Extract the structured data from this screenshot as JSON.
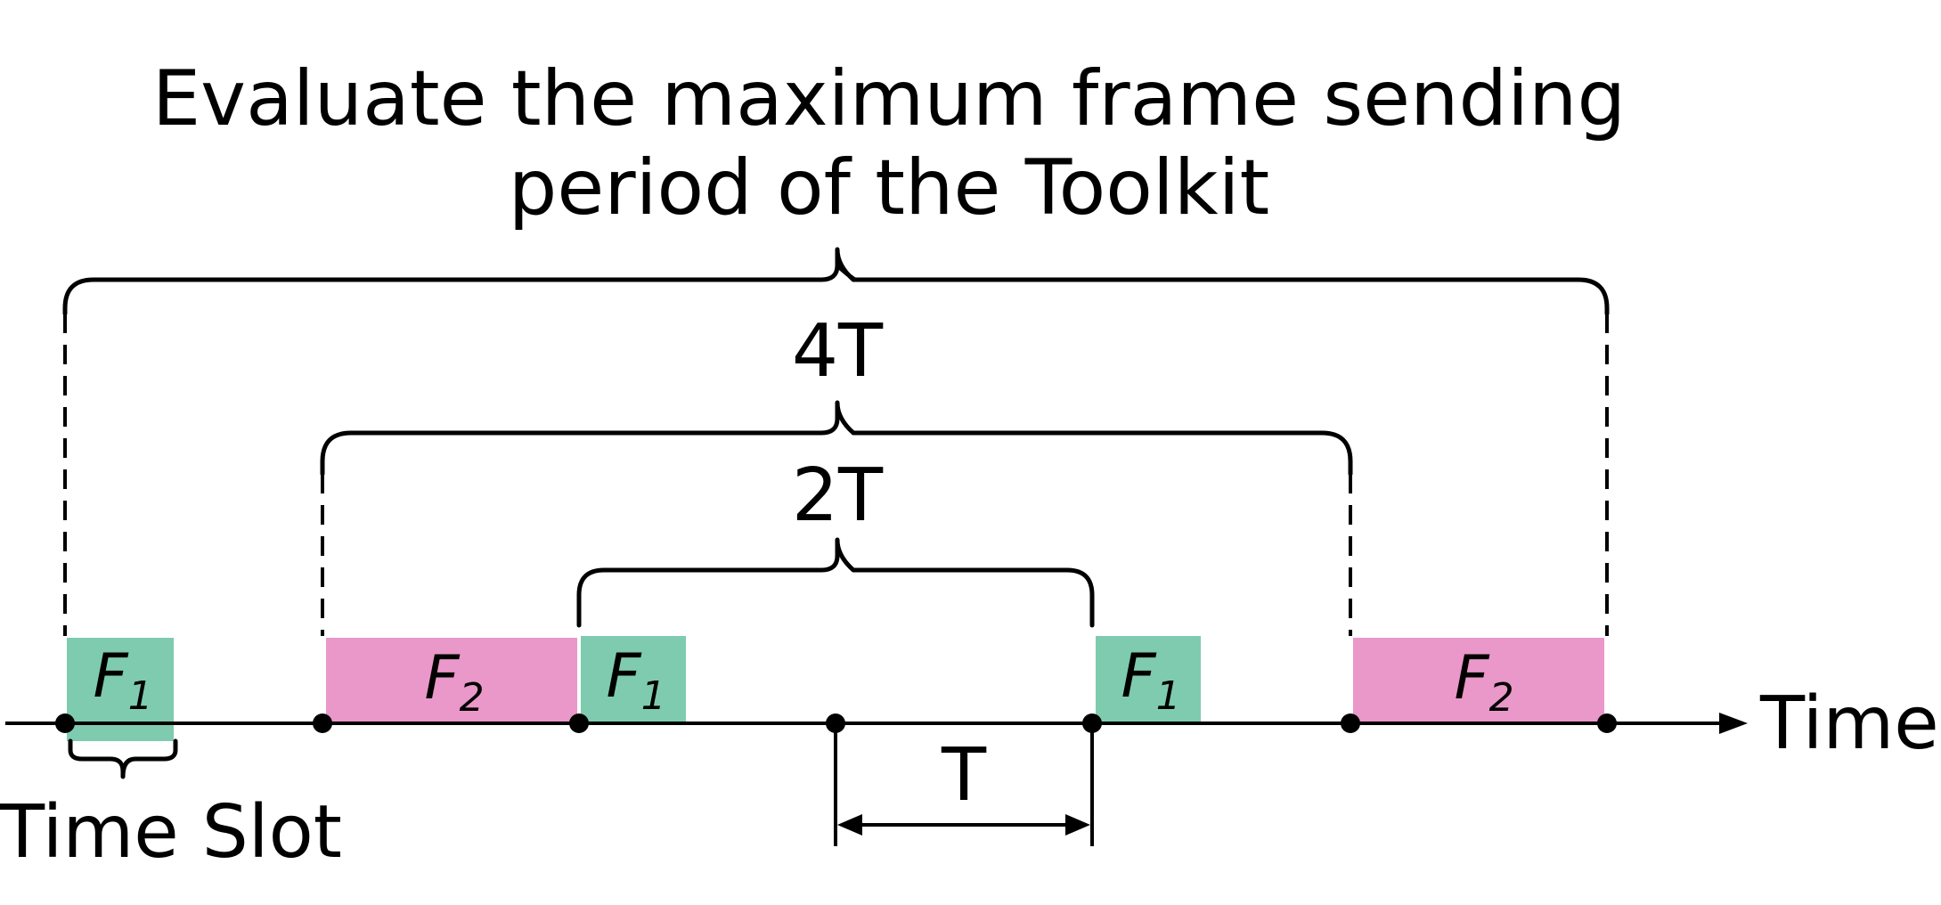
{
  "title_line1": "Evaluate the maximum frame sending",
  "title_line2": "period of the Toolkit",
  "label_4t": "4T",
  "label_2t": "2T",
  "label_t": "T",
  "axis_label": "Time",
  "slot_label": "Time Slot",
  "frames": [
    {
      "name": "F",
      "sub": "1",
      "color": "#7ecbb0"
    },
    {
      "name": "F",
      "sub": "2",
      "color": "#ea97c9"
    },
    {
      "name": "F",
      "sub": "1",
      "color": "#7ecbb0"
    },
    {
      "name": "F",
      "sub": "1",
      "color": "#7ecbb0"
    },
    {
      "name": "F",
      "sub": "2",
      "color": "#ea97c9"
    }
  ]
}
